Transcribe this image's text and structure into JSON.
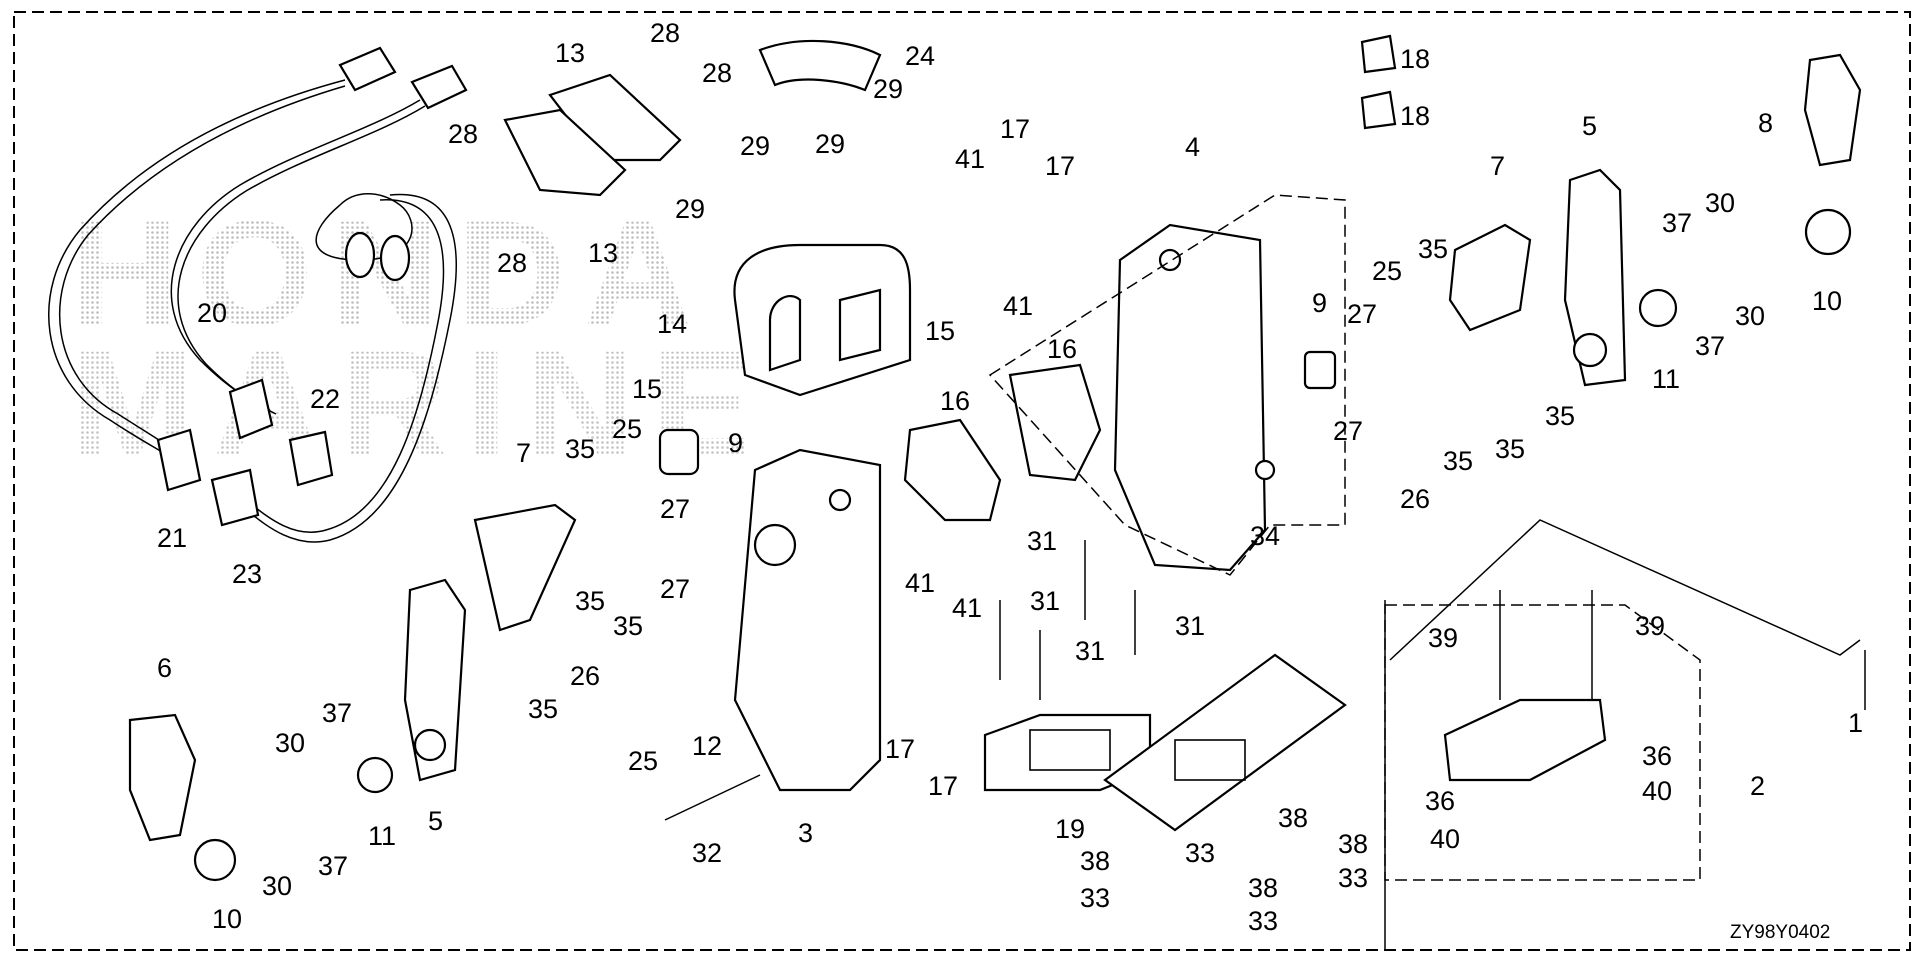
{
  "diagram": {
    "code": "ZY98Y0402",
    "watermark": "HONDA",
    "callouts": {
      "c1": "1",
      "c2": "2",
      "c3": "3",
      "c4": "4",
      "c5a": "5",
      "c5b": "5",
      "c6": "6",
      "c7a": "7",
      "c7b": "7",
      "c8": "8",
      "c9a": "9",
      "c9b": "9",
      "c10a": "10",
      "c10b": "10",
      "c11a": "11",
      "c11b": "11",
      "c12": "12",
      "c13a": "13",
      "c13b": "13",
      "c14": "14",
      "c15a": "15",
      "c15b": "15",
      "c16a": "16",
      "c16b": "16",
      "c17a": "17",
      "c17b": "17",
      "c17c": "17",
      "c17d": "17",
      "c18a": "18",
      "c18b": "18",
      "c19": "19",
      "c20": "20",
      "c21": "21",
      "c22": "22",
      "c23": "23",
      "c24": "24",
      "c25a": "25",
      "c25b": "25",
      "c25c": "25",
      "c26a": "26",
      "c26b": "26",
      "c27a": "27",
      "c27b": "27",
      "c27c": "27",
      "c27d": "27",
      "c28a": "28",
      "c28b": "28",
      "c28c": "28",
      "c28d": "28",
      "c29a": "29",
      "c29b": "29",
      "c29c": "29",
      "c29d": "29",
      "c30a": "30",
      "c30b": "30",
      "c30c": "30",
      "c30d": "30",
      "c31a": "31",
      "c31b": "31",
      "c31c": "31",
      "c31d": "31",
      "c32": "32",
      "c33a": "33",
      "c33b": "33",
      "c33c": "33",
      "c33d": "33",
      "c34": "34",
      "c35a": "35",
      "c35b": "35",
      "c35c": "35",
      "c35d": "35",
      "c35e": "35",
      "c35f": "35",
      "c35g": "35",
      "c35h": "35",
      "c36a": "36",
      "c36b": "36",
      "c37a": "37",
      "c37b": "37",
      "c37c": "37",
      "c37d": "37",
      "c38a": "38",
      "c38b": "38",
      "c38c": "38",
      "c38d": "38",
      "c39a": "39",
      "c39b": "39",
      "c40a": "40",
      "c40b": "40",
      "c41a": "41",
      "c41b": "41",
      "c41c": "41",
      "c41d": "41"
    }
  }
}
